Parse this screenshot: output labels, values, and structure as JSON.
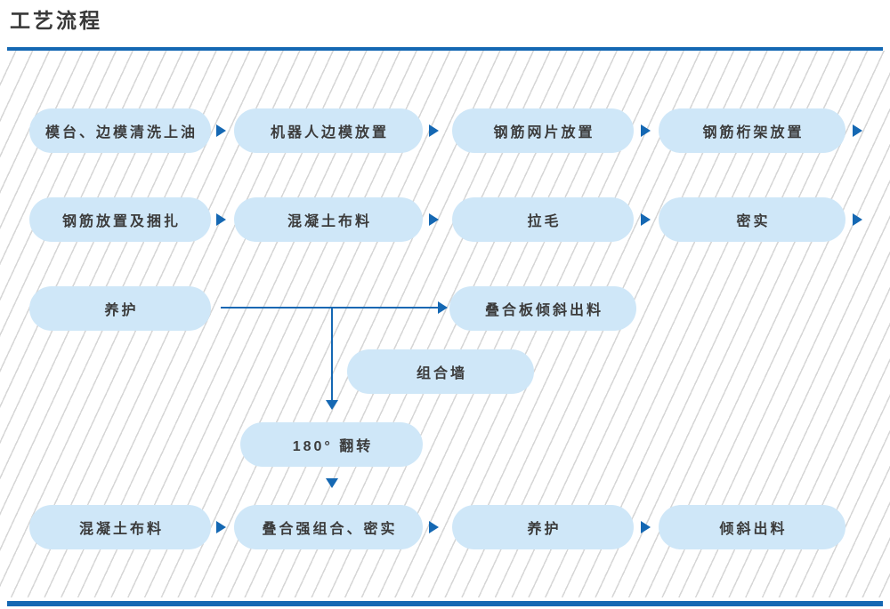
{
  "page": {
    "title": "工艺流程"
  },
  "colors": {
    "accent_blue": "#1568b3",
    "box_fill": "#cfe7f8",
    "box_text": "#3b3b3b",
    "stripe_gray": "#d6d6d6",
    "title_text": "#383838"
  },
  "flowchart": {
    "nodes": [
      {
        "id": "n1",
        "label": "模台、边模清洗上油"
      },
      {
        "id": "n2",
        "label": "机器人边模放置"
      },
      {
        "id": "n3",
        "label": "钢筋网片放置"
      },
      {
        "id": "n4",
        "label": "钢筋桁架放置"
      },
      {
        "id": "n5",
        "label": "钢筋放置及捆扎"
      },
      {
        "id": "n6",
        "label": "混凝土布料"
      },
      {
        "id": "n7",
        "label": "拉毛"
      },
      {
        "id": "n8",
        "label": "密实"
      },
      {
        "id": "n9",
        "label": "养护"
      },
      {
        "id": "n10",
        "label": "叠合板倾斜出料"
      },
      {
        "id": "n11",
        "label": "组合墙"
      },
      {
        "id": "n12",
        "label": "180° 翻转"
      },
      {
        "id": "n13",
        "label": "混凝土布料"
      },
      {
        "id": "n14",
        "label": "叠合强组合、密实"
      },
      {
        "id": "n15",
        "label": "养护"
      },
      {
        "id": "n16",
        "label": "倾斜出料"
      }
    ]
  }
}
